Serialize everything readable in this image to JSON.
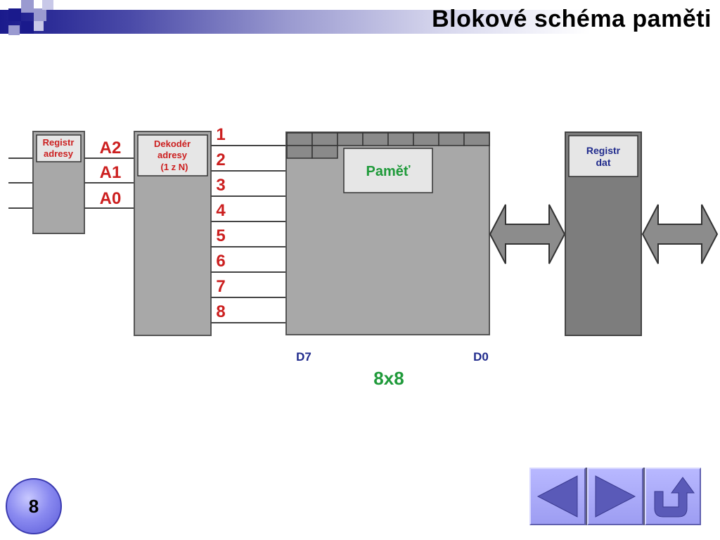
{
  "header": {
    "title": "Blokové schéma paměti"
  },
  "diagram": {
    "address_register_label": "Registr adresy",
    "address_register_line1": "Registr",
    "address_register_line2": "adresy",
    "address_lines": [
      "A2",
      "A1",
      "A0"
    ],
    "decoder_line1": "Dekodér",
    "decoder_line2": "adresy",
    "decoder_line3": "(1 z N)",
    "word_lines": [
      "1",
      "2",
      "3",
      "4",
      "5",
      "6",
      "7",
      "8"
    ],
    "memory_label": "Paměť",
    "data_register_line1": "Registr",
    "data_register_line2": "dat",
    "bit_high": "D7",
    "bit_low": "D0",
    "size_label": "8x8"
  },
  "footer": {
    "slide_number": "8"
  },
  "nav": {
    "prev": "previous-slide",
    "next": "next-slide",
    "return": "return"
  },
  "colors": {
    "block_gray": "#a8a8a8",
    "register_dark": "#808080",
    "red_label": "#cc1f1f",
    "blue_label": "#1f2a8c",
    "green_label": "#1f9a3a"
  }
}
